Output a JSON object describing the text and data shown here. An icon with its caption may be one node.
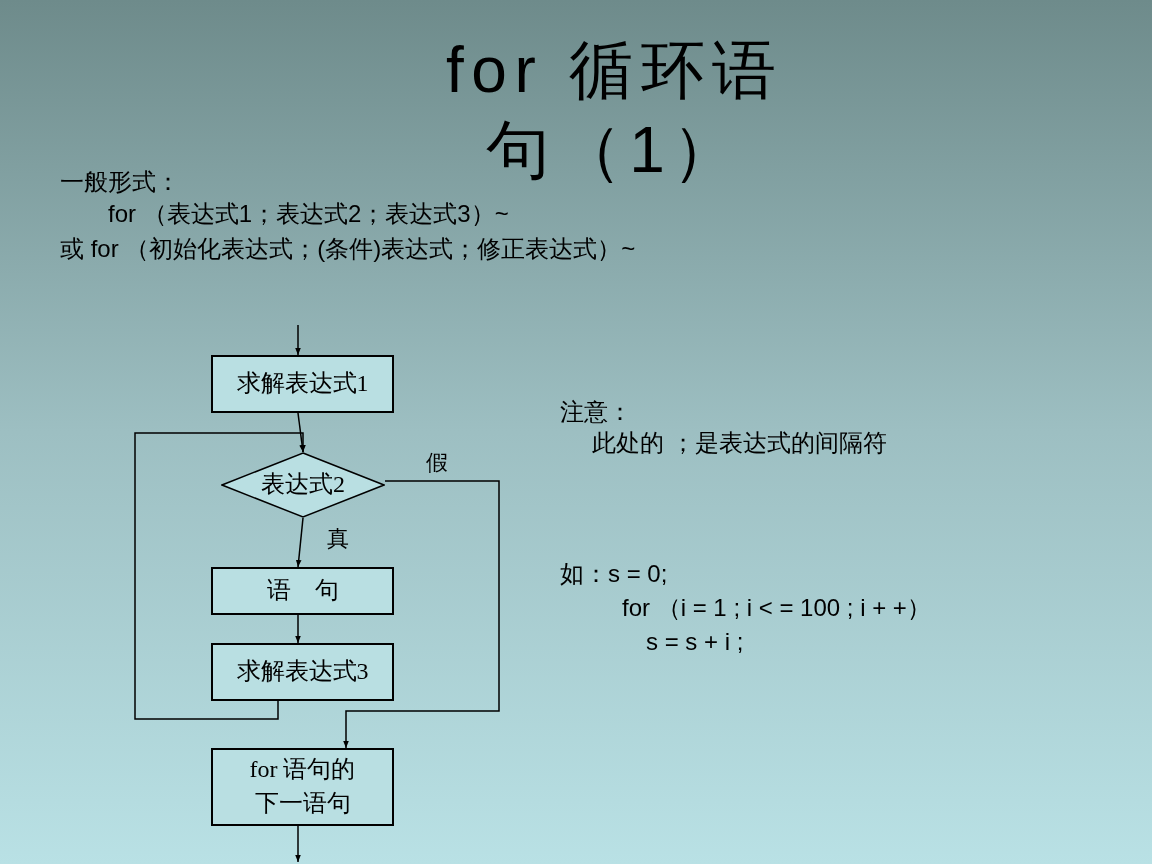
{
  "diagram": {
    "title": "for 循环语句（1）",
    "nodes": [
      {
        "text": [
          "求解表达式1"
        ]
      },
      {
        "text": [
          "表达式2"
        ]
      },
      {
        "text": [
          "语　句"
        ]
      },
      {
        "text": [
          "求解表达式3"
        ]
      },
      {
        "text": [
          "for 语句的下一语句"
        ]
      }
    ],
    "edges": [
      {
        "from": null,
        "to": 0,
        "arrow": "to"
      },
      {
        "from": 0,
        "to": 1,
        "arrow": "to"
      },
      {
        "from": 1,
        "to": 2,
        "arrow": "to",
        "label": "真"
      },
      {
        "from": 2,
        "to": 3,
        "arrow": "to"
      },
      {
        "from": 3,
        "to": 1,
        "arrow": "to"
      },
      {
        "from": 1,
        "to": 4,
        "arrow": "to",
        "label": "假"
      },
      {
        "from": 4,
        "to": null,
        "arrow": "to"
      }
    ],
    "labels": [
      "一般形式：",
      "for （表达式1；表达式2；表达式3）~",
      "或 for （初始化表达式；(条件)表达式；修正表达式）~",
      "注意：",
      "此处的 ；是表达式的间隔符",
      "如：s = 0;",
      "for （i = 1 ; i < = 100 ; i + +）",
      "s = s + i ;"
    ]
  }
}
